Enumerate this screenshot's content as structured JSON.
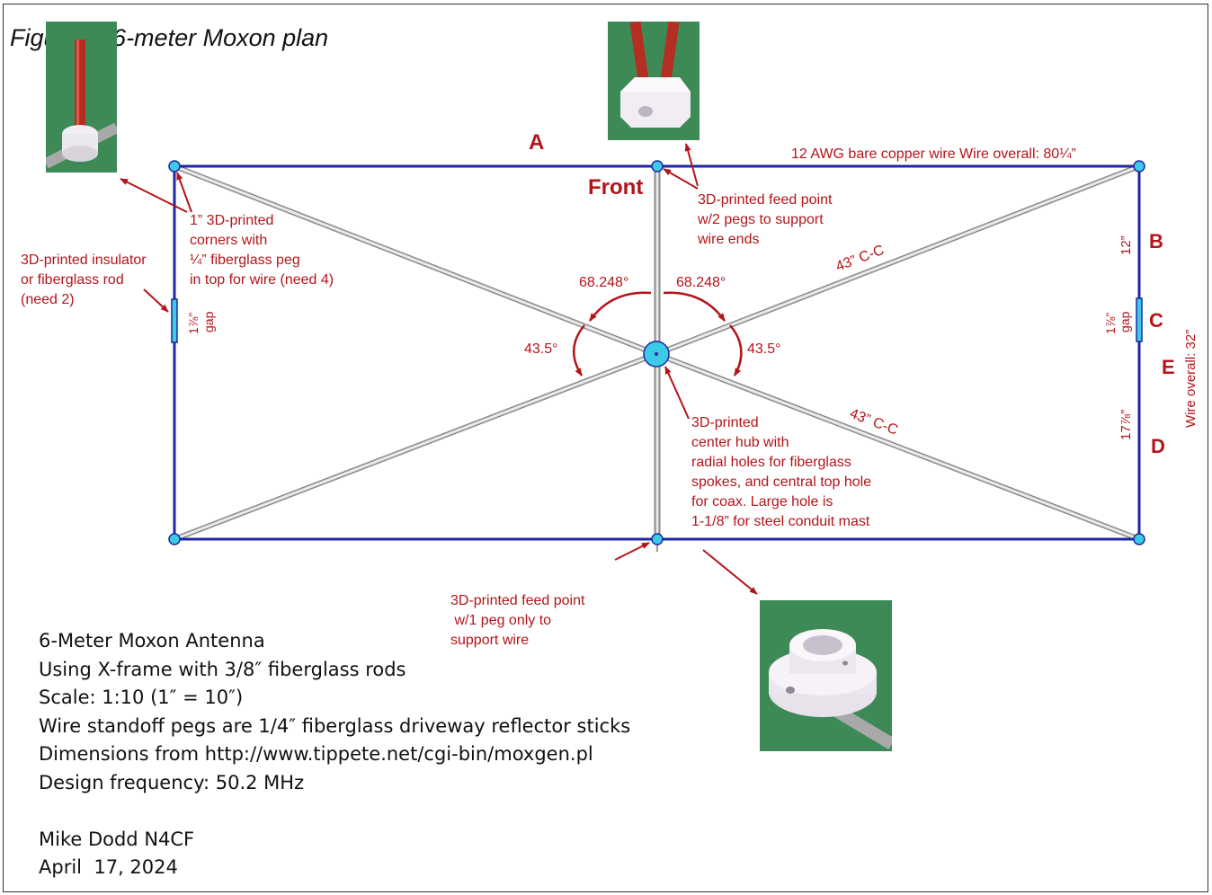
{
  "title": "Figure 4: 6-meter Moxon plan",
  "labels": {
    "A": "A",
    "B": "B",
    "C": "C",
    "D": "D",
    "E": "E",
    "front": "Front",
    "wire_note": "12 AWG bare copper wire  Wire overall: 80¼”",
    "dim_B": "12”",
    "dim_D": "17⅞”",
    "gap_right_value": "1⅞”",
    "gap_right_word": "gap",
    "gap_left_value": "1⅞”",
    "gap_left_word": "gap",
    "wire_overall_side": "Wire overall: 32”",
    "diag_upper": "43” C-C",
    "diag_lower": "43” C-C",
    "angle_left": "68.248°",
    "angle_right": "68.248°",
    "angle_small_left": "43.5°",
    "angle_small_right": "43.5°"
  },
  "notes": {
    "corner": [
      "1” 3D-printed",
      "corners with",
      "¼” fiberglass peg",
      "in top for wire (need 4)"
    ],
    "insulator": [
      "3D-printed insulator",
      "or fiberglass rod",
      "(need 2)"
    ],
    "feed_top": [
      "3D-printed feed point",
      "w/2 pegs to support",
      "wire ends"
    ],
    "hub": [
      "3D-printed",
      "center hub with",
      "radial holes for fiberglass",
      "spokes, and central top hole",
      "for coax. Large hole is",
      "1-1/8” for steel conduit mast"
    ],
    "feed_bottom": [
      "3D-printed feed point",
      " w/1 peg only to",
      "support wire"
    ]
  },
  "info": {
    "lines": [
      "6-Meter Moxon Antenna",
      "Using X-frame with 3/8″ fiberglass rods",
      "Scale: 1:10 (1″ = 10″)",
      "Wire standoff pegs are 1/4″ fiberglass driveway reflector sticks",
      "Dimensions from http://www.tippete.net/cgi-bin/moxgen.pl",
      "Design frequency: 50.2 MHz"
    ],
    "author": "Mike Dodd N4CF",
    "date": "April  17, 2024"
  },
  "colors": {
    "wire": "#1d27a3",
    "label": "#b3141a",
    "node": "#3ccbe6",
    "photo_bg": "#3d8a56",
    "rod": "#c4c4c4"
  }
}
